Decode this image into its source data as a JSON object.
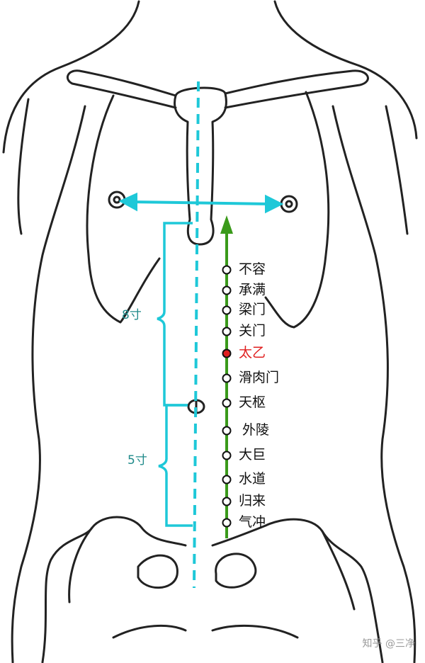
{
  "points": [
    {
      "label": "不容",
      "highlight": false
    },
    {
      "label": "承满",
      "highlight": false
    },
    {
      "label": "梁门",
      "highlight": false
    },
    {
      "label": "关门",
      "highlight": false
    },
    {
      "label": "太乙",
      "highlight": true
    },
    {
      "label": "滑肉门",
      "highlight": false
    },
    {
      "label": "天枢",
      "highlight": false
    },
    {
      "label": "外陵",
      "highlight": false
    },
    {
      "label": "大巨",
      "highlight": false
    },
    {
      "label": "水道",
      "highlight": false
    },
    {
      "label": "归来",
      "highlight": false
    },
    {
      "label": "气冲",
      "highlight": false
    }
  ],
  "measure_upper": "8寸",
  "measure_lower": "5寸",
  "watermark": "知乎 @三净",
  "colors": {
    "outline": "#222222",
    "measure": "#1ec8d8",
    "meridian": "#3a9a1a",
    "highlight": "#e02020"
  }
}
